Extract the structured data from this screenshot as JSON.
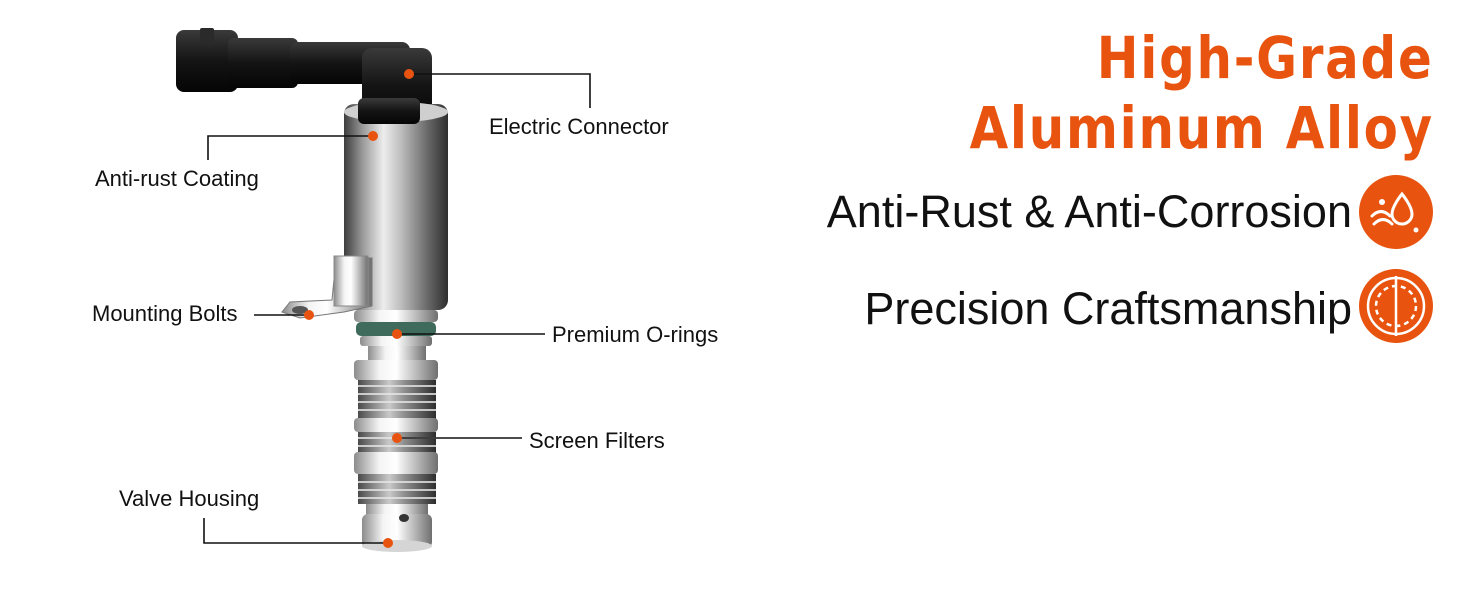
{
  "headline": {
    "line1": "High-Grade",
    "line2": "Aluminum Alloy"
  },
  "features": [
    {
      "label": "Anti-Rust & Anti-Corrosion",
      "icon": "water-drop-icon"
    },
    {
      "label": "Precision Craftsmanship",
      "icon": "precision-ring-icon"
    }
  ],
  "callouts": {
    "electric_connector": "Electric Connector",
    "anti_rust_coating": "Anti-rust Coating",
    "mounting_bolts": "Mounting Bolts",
    "premium_orings": "Premium O-rings",
    "screen_filters": "Screen Filters",
    "valve_housing": "Valve Housing"
  },
  "colors": {
    "accent": "#e8540f",
    "text": "#111111",
    "leader_line": "#111111"
  }
}
